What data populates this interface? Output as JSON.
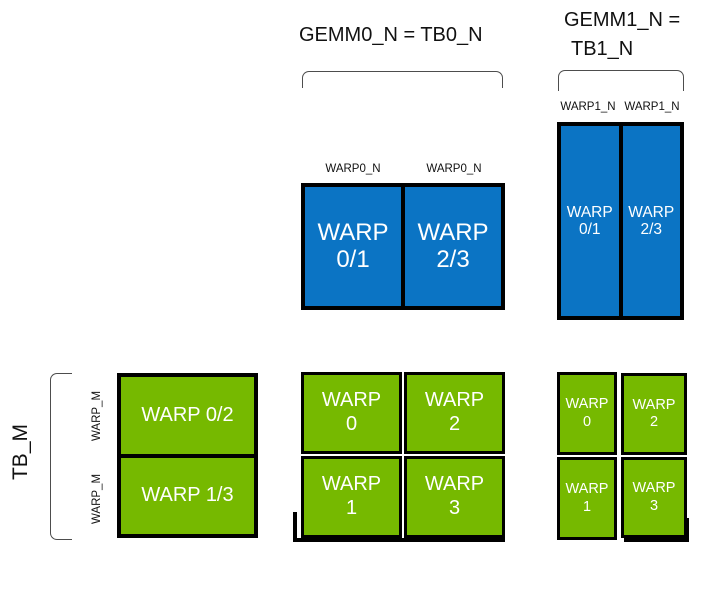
{
  "colors": {
    "blue": "#0b74c4",
    "green": "#76b900",
    "border": "#000000",
    "bracket": "#4d4d4d",
    "cell_text": "#ffffff",
    "label_text": "#111111"
  },
  "headers": {
    "gemm0": "GEMM0_N = TB0_N",
    "gemm1_line1": "GEMM1_N =",
    "gemm1_line2": "TB1_N"
  },
  "axis_labels": {
    "tb_m": "TB_M",
    "warp_m": "WARP_M",
    "warp0_n": "WARP0_N",
    "warp1_n": "WARP1_N"
  },
  "gemm0_accum_tile": {
    "cells": [
      {
        "l1": "WARP",
        "l2": "0/1"
      },
      {
        "l1": "WARP",
        "l2": "2/3"
      }
    ]
  },
  "gemm1_accum_tile": {
    "cells": [
      {
        "l1": "WARP",
        "l2": "0/1"
      },
      {
        "l1": "WARP",
        "l2": "2/3"
      }
    ]
  },
  "tb_tile": {
    "rows": [
      "WARP 0/2",
      "WARP 1/3"
    ]
  },
  "gemm0_warp_grid": {
    "cells": [
      {
        "l1": "WARP",
        "l2": "0"
      },
      {
        "l1": "WARP",
        "l2": "2"
      },
      {
        "l1": "WARP",
        "l2": "1"
      },
      {
        "l1": "WARP",
        "l2": "3"
      }
    ]
  },
  "gemm1_warp_grid": {
    "cells": [
      {
        "l1": "WARP",
        "l2": "0"
      },
      {
        "l1": "WARP",
        "l2": "2"
      },
      {
        "l1": "WARP",
        "l2": "1"
      },
      {
        "l1": "WARP",
        "l2": "3"
      }
    ]
  }
}
